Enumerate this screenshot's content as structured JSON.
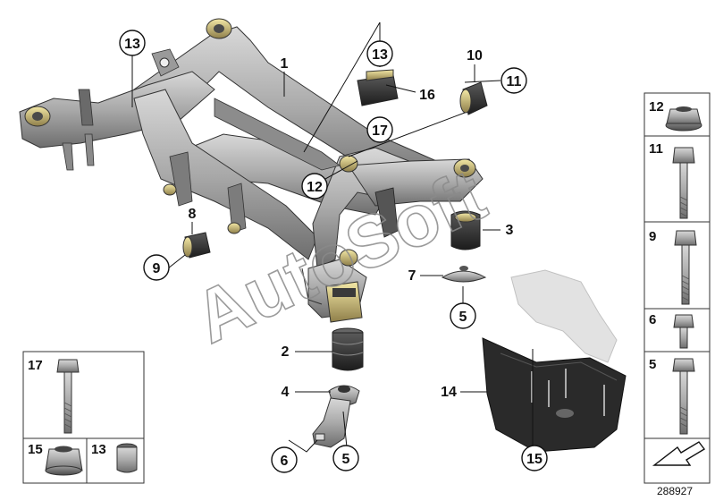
{
  "diagram": {
    "reference_number": "288927",
    "watermark": "AutoSoft",
    "callouts": {
      "c1": "1",
      "c2": "2",
      "c3": "3",
      "c4": "4",
      "c5a": "5",
      "c5b": "5",
      "c6": "6",
      "c7": "7",
      "c8": "8",
      "c9": "9",
      "c10": "10",
      "c11": "11",
      "c12": "12",
      "c13a": "13",
      "c13b": "13",
      "c14": "14",
      "c15": "15",
      "c16": "16",
      "c17": "17"
    },
    "side_panel": {
      "items": [
        "12",
        "11",
        "9",
        "6",
        "5"
      ]
    },
    "bottom_panel": {
      "items": [
        "17",
        "15",
        "13"
      ]
    }
  }
}
